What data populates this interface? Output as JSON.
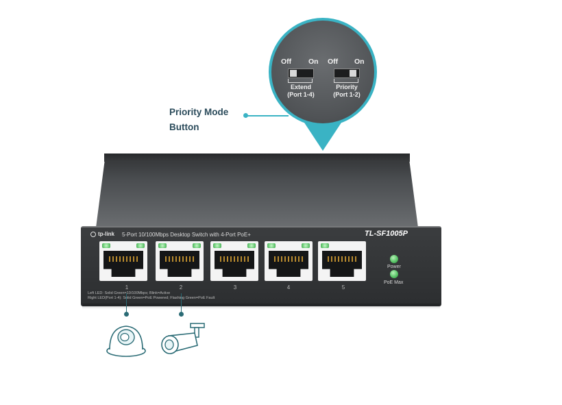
{
  "callout": {
    "line1": "Priority Mode",
    "line2": "Button"
  },
  "zoom": {
    "switch1": {
      "off_label": "Off",
      "on_label": "On",
      "caption_line1": "Extend",
      "caption_line2": "(Port 1-4)"
    },
    "switch2": {
      "off_label": "Off",
      "on_label": "On",
      "caption_line1": "Priority",
      "caption_line2": "(Port 1-2)"
    }
  },
  "device": {
    "brand": "tp-link",
    "description": "5-Port 10/100Mbps Desktop Switch with 4-Port PoE+",
    "model": "TL-SF1005P",
    "ports": [
      {
        "label": "1"
      },
      {
        "label": "2"
      },
      {
        "label": "3"
      },
      {
        "label": "4"
      },
      {
        "label": "5"
      }
    ],
    "status": {
      "power": "Power",
      "poe_max": "PoE Max"
    },
    "legend_left": "Left LED:   Solid Green=10/100Mbps; Blink=Active",
    "legend_right": "Right LED(Port 1-4):   Solid Green=PoE Powered; Flashing Green=PoE Fault"
  },
  "icons": {
    "dome": "dome-camera-icon",
    "bullet": "bullet-camera-icon"
  },
  "colors": {
    "accent": "#3ab3c4",
    "callout_text": "#2a4a5a",
    "device_body": "#3b3d3f",
    "led_green": "#5ac468"
  }
}
